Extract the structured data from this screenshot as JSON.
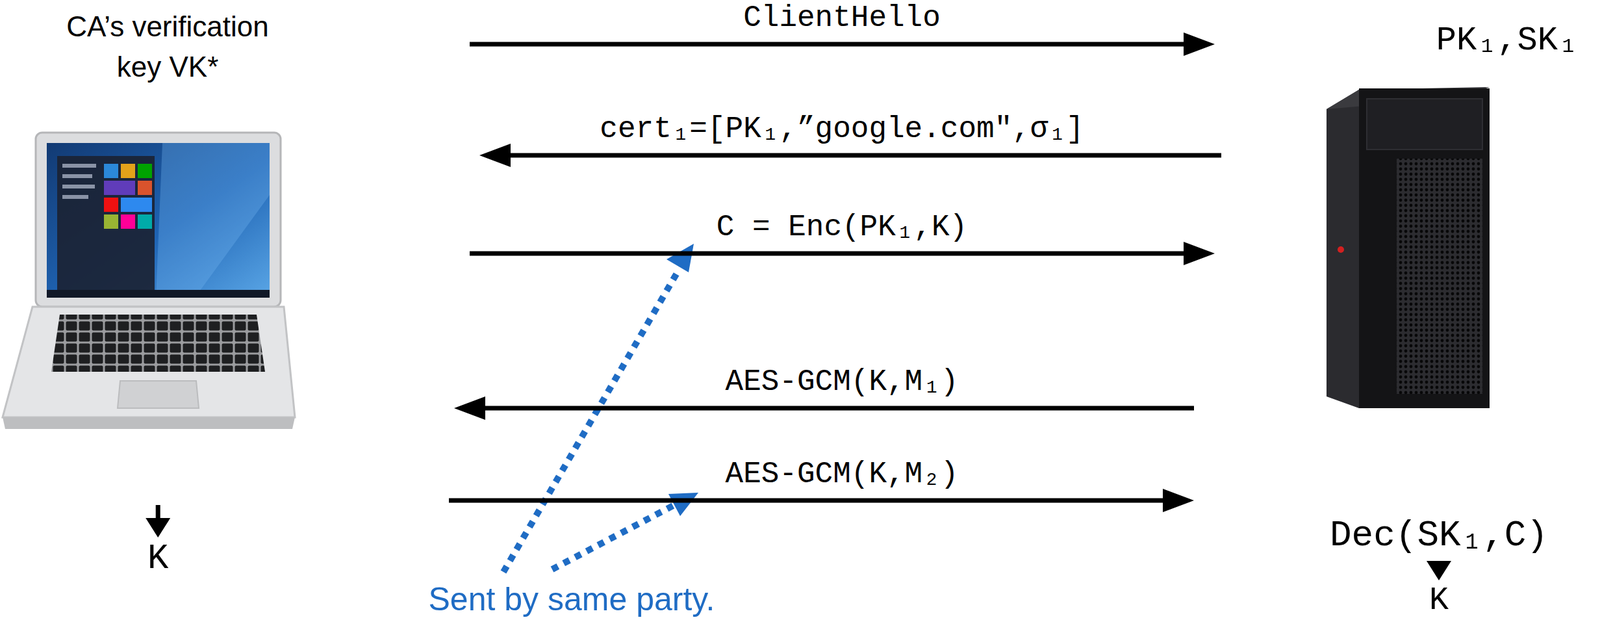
{
  "diagram": {
    "nodes": [
      {
        "text": [
          "CA’s verification key VK*"
        ]
      },
      {
        "text": [
          "K"
        ]
      },
      {
        "text": [
          "PK₁,SK₁",
          "Dec(SK₁,C)"
        ]
      },
      {
        "text": [
          "K"
        ]
      }
    ],
    "edges": [
      {
        "from": 0,
        "to": 2,
        "arrow": "to",
        "label": "ClientHello"
      },
      {
        "from": 2,
        "to": 0,
        "arrow": "to",
        "label": "cert₁=[PK₁,”google.com\",σ₁]"
      },
      {
        "from": 0,
        "to": 2,
        "arrow": "to",
        "label": "C = Enc(PK₁,K)"
      },
      {
        "from": 2,
        "to": 0,
        "arrow": "to",
        "label": "AES-GCM(K,M₁)"
      },
      {
        "from": 0,
        "to": 2,
        "arrow": "to",
        "label": "AES-GCM(K,M₂)"
      },
      {
        "from": 0,
        "to": 1,
        "arrow": "to"
      },
      {
        "from": 2,
        "to": 3,
        "arrow": "to"
      }
    ],
    "labels": [
      "Sent by same party."
    ]
  }
}
